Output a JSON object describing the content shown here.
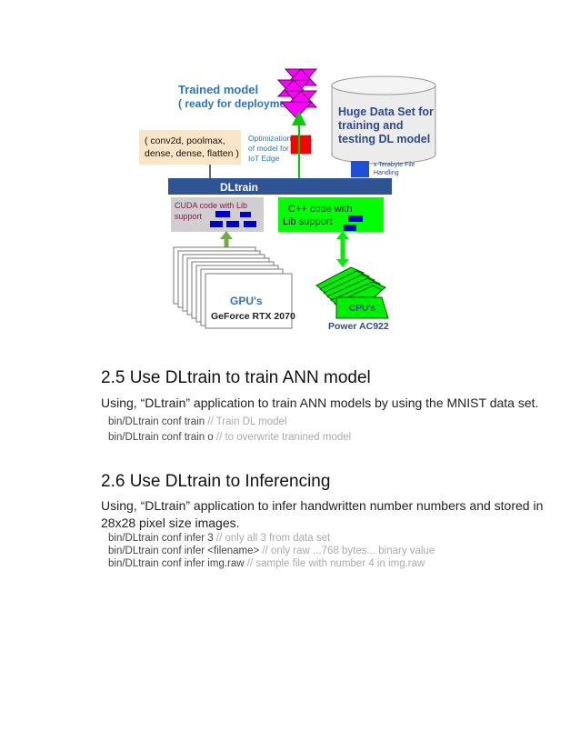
{
  "diagram": {
    "trained_model_title": "Trained model",
    "trained_model_subtitle": "( ready for deployment)",
    "layers_line1": "( conv2d,  poolmax,",
    "layers_line2": "dense, dense, flatten )",
    "optimization_line1": "Optimization",
    "optimization_line2": "of model for",
    "optimization_line3": "IoT Edge",
    "dataset_line1": "Huge Data Set for",
    "dataset_line2": "training and",
    "dataset_line3": "testing DL model",
    "terabyte_line1": "x Terabyte File",
    "terabyte_line2": "Handling",
    "dltrain_bar": "DLtrain",
    "cuda_line1": "CUDA code with Lib",
    "cuda_line2": "support",
    "cpp_line1": "C++ code with",
    "cpp_line2": "Lib support",
    "gpu_label": "GPU's",
    "gpu_model": "GeForce RTX 2070",
    "cpu_label": "CPU's",
    "cpu_model": "Power AC922",
    "colors": {
      "dltrain_bar": "#2f5496",
      "green_box": "#00ff00",
      "magenta": "#ff00ff",
      "optimizer_red": "#ff0000",
      "layers_box": "#fbe5c8",
      "cuda_box": "#d0cece",
      "blue_blocks": "#0000cc",
      "title_blue": "#2e75b6"
    }
  },
  "sections": [
    {
      "heading": "2.5 Use DLtrain to train ANN model",
      "paragraph": "Using,  “DLtrain” application to train  ANN models by using the MNIST data set.",
      "commands": [
        {
          "cmd": "bin/DLtrain conf train  ",
          "comment": " //  Train DL model"
        },
        {
          "cmd": "bin/DLtrain conf train  o ",
          "comment": " // to overwrite tranined model"
        }
      ]
    },
    {
      "heading": "2.6 Use DLtrain to Inferencing",
      "paragraph_line1": "Using,  “DLtrain” application to infer  handwritten number numbers and stored in",
      "paragraph_line2": "28x28 pixel size images.",
      "commands": [
        {
          "cmd": "bin/DLtrain  conf infer 3 ",
          "comment": " // only all 3 from data set"
        },
        {
          "cmd": "bin/DLtrain  conf infer <filename> ",
          "comment": " // only raw ...768 bytes... binary value"
        },
        {
          "cmd": "bin/DLtrain  conf infer img.raw ",
          "comment": " // sample file with number 4 in img.raw"
        }
      ]
    }
  ]
}
